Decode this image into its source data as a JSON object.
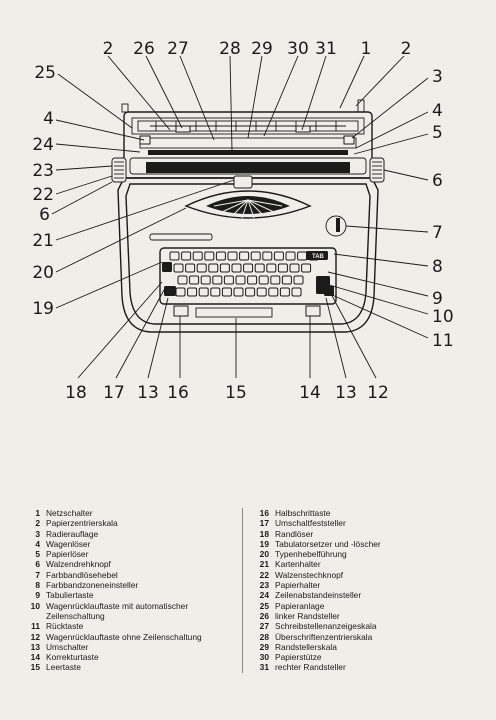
{
  "callouts": {
    "top": [
      "2",
      "26",
      "27",
      "28",
      "29",
      "30",
      "31",
      "1",
      "2"
    ],
    "right": [
      "3",
      "4",
      "5",
      "6",
      "7",
      "8",
      "9",
      "10",
      "11"
    ],
    "left": [
      "25",
      "4",
      "24",
      "23",
      "22",
      "6",
      "21",
      "20",
      "19"
    ],
    "bottom": [
      "18",
      "17",
      "13",
      "16",
      "15",
      "14",
      "13",
      "12"
    ]
  },
  "legend": {
    "left": [
      {
        "num": "1",
        "text": "Netzschalter"
      },
      {
        "num": "2",
        "text": "Papierzentrierskala"
      },
      {
        "num": "3",
        "text": "Radierauflage"
      },
      {
        "num": "4",
        "text": "Wagenlöser"
      },
      {
        "num": "5",
        "text": "Papierlöser"
      },
      {
        "num": "6",
        "text": "Walzendrehknopf"
      },
      {
        "num": "7",
        "text": "Farbbandlösehebel"
      },
      {
        "num": "8",
        "text": "Farbbandzoneneinsteller"
      },
      {
        "num": "9",
        "text": "Tabuliertaste"
      },
      {
        "num": "10",
        "text": "Wagenrücklauftaste mit automatischer",
        "cont": "Zeilenschaltung"
      },
      {
        "num": "11",
        "text": "Rücktaste"
      },
      {
        "num": "12",
        "text": "Wagenrücklauftaste ohne Zeilenschaltung"
      },
      {
        "num": "13",
        "text": "Umschalter"
      },
      {
        "num": "14",
        "text": "Korrekturtaste"
      },
      {
        "num": "15",
        "text": "Leertaste"
      }
    ],
    "right": [
      {
        "num": "16",
        "text": "Halbschrittaste"
      },
      {
        "num": "17",
        "text": "Umschaltfeststeller"
      },
      {
        "num": "18",
        "text": "Randlöser"
      },
      {
        "num": "19",
        "text": "Tabulatorsetzer und -löscher"
      },
      {
        "num": "20",
        "text": "Typenhebelführung"
      },
      {
        "num": "21",
        "text": "Kartenhalter"
      },
      {
        "num": "22",
        "text": "Walzenstechknopf"
      },
      {
        "num": "23",
        "text": "Papierhalter"
      },
      {
        "num": "24",
        "text": "Zeilenabstandeinsteller"
      },
      {
        "num": "25",
        "text": "Papieranlage"
      },
      {
        "num": "26",
        "text": "linker Randsteller"
      },
      {
        "num": "27",
        "text": "Schreibstellenanzeigeskala"
      },
      {
        "num": "28",
        "text": "Überschriftenzentrierskala"
      },
      {
        "num": "29",
        "text": "Randstellerskala"
      },
      {
        "num": "30",
        "text": "Papierstütze"
      },
      {
        "num": "31",
        "text": "rechter Randsteller"
      }
    ]
  },
  "keys": {
    "tab_label": "TAB"
  }
}
